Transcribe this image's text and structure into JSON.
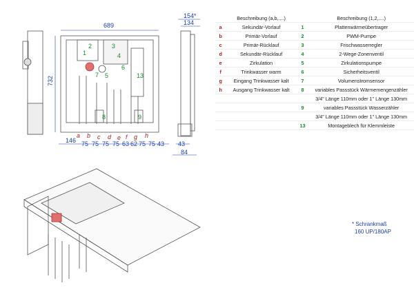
{
  "dimensions": {
    "width_total": "689",
    "height_total": "732",
    "depth_cabinet": "154*",
    "depth_unit": "134",
    "bottom_spacing": [
      "146",
      "75",
      "75",
      "75",
      "75",
      "63",
      "62",
      "75",
      "75",
      "43"
    ],
    "side_bottom": "43",
    "side_depth": "84"
  },
  "connection_labels": [
    "a",
    "b",
    "c",
    "d",
    "e",
    "f",
    "g",
    "h"
  ],
  "component_labels": [
    "1",
    "2",
    "3",
    "4",
    "5",
    "6",
    "7",
    "8",
    "9",
    "13"
  ],
  "legend": {
    "header_letters": "Beschreibung (a,b,....)",
    "header_numbers": "Beschreibung (1,2,....)",
    "rows": [
      {
        "letter": "a",
        "letter_desc": "Sekundär-Vorlauf",
        "number": "1",
        "number_desc": "Plattenwärmeübertrager"
      },
      {
        "letter": "b",
        "letter_desc": "Primär-Vorlauf",
        "number": "2",
        "number_desc": "PWM-Pumpe"
      },
      {
        "letter": "c",
        "letter_desc": "Primär-Rücklauf",
        "number": "3",
        "number_desc": "Frischwasserregler"
      },
      {
        "letter": "d",
        "letter_desc": "Sekundär-Rücklauf",
        "number": "4",
        "number_desc": "2-Wege-Zonenventil"
      },
      {
        "letter": "e",
        "letter_desc": "Zirkulation",
        "number": "5",
        "number_desc": "Zirkulationspumpe"
      },
      {
        "letter": "f",
        "letter_desc": "Trinkwasser warm",
        "number": "6",
        "number_desc": "Sicherheitsventil"
      },
      {
        "letter": "g",
        "letter_desc": "Eingang Trinkwasser kalt",
        "number": "7",
        "number_desc": "Volumenstromsensor"
      },
      {
        "letter": "h",
        "letter_desc": "Ausgang Trinkwasser kalt",
        "number": "8",
        "number_desc": "variables Passstück Wärmemengenzähler"
      },
      {
        "letter": "",
        "letter_desc": "",
        "number": "",
        "number_desc": "3/4\" Länge 110mm oder 1\" Länge 130mm"
      },
      {
        "letter": "",
        "letter_desc": "",
        "number": "9",
        "number_desc": "variables Passstück Wasserzähler"
      },
      {
        "letter": "",
        "letter_desc": "",
        "number": "",
        "number_desc": "3/4\" Länge 110mm oder 1\" Länge 130mm"
      },
      {
        "letter": "",
        "letter_desc": "",
        "number": "13",
        "number_desc": "Montageblech für Klemmleiste"
      }
    ]
  },
  "note": {
    "line1": "* Schrankmaß",
    "line2": "160 UP/180AP"
  },
  "colors": {
    "dimension": "#1a3fb0",
    "letter": "#b02020",
    "number": "#1a8a2a"
  }
}
